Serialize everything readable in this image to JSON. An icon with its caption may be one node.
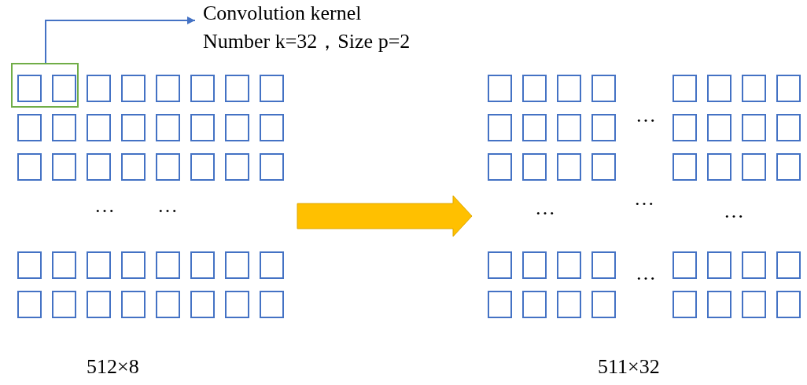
{
  "diagram": {
    "nodes": [
      {
        "text": [],
        "shape": "grid",
        "beside": [
          "512×8"
        ]
      },
      {
        "text": [],
        "shape": "box",
        "in": 0
      },
      {
        "text": [
          "Convolution kernel",
          "Number k=32，Size p=2"
        ]
      },
      {
        "text": [],
        "shape": "grid",
        "beside": [
          "511×32"
        ]
      }
    ],
    "edges": [
      {
        "from": 1,
        "to": 2,
        "arrow": "to",
        "color": "#4472c4"
      },
      {
        "from": 0,
        "to": 3,
        "arrow": "to",
        "style": "thick",
        "color": "#ffc000"
      }
    ],
    "labels": [
      "…",
      "…",
      "…",
      "…",
      "…",
      "…",
      "…"
    ]
  }
}
